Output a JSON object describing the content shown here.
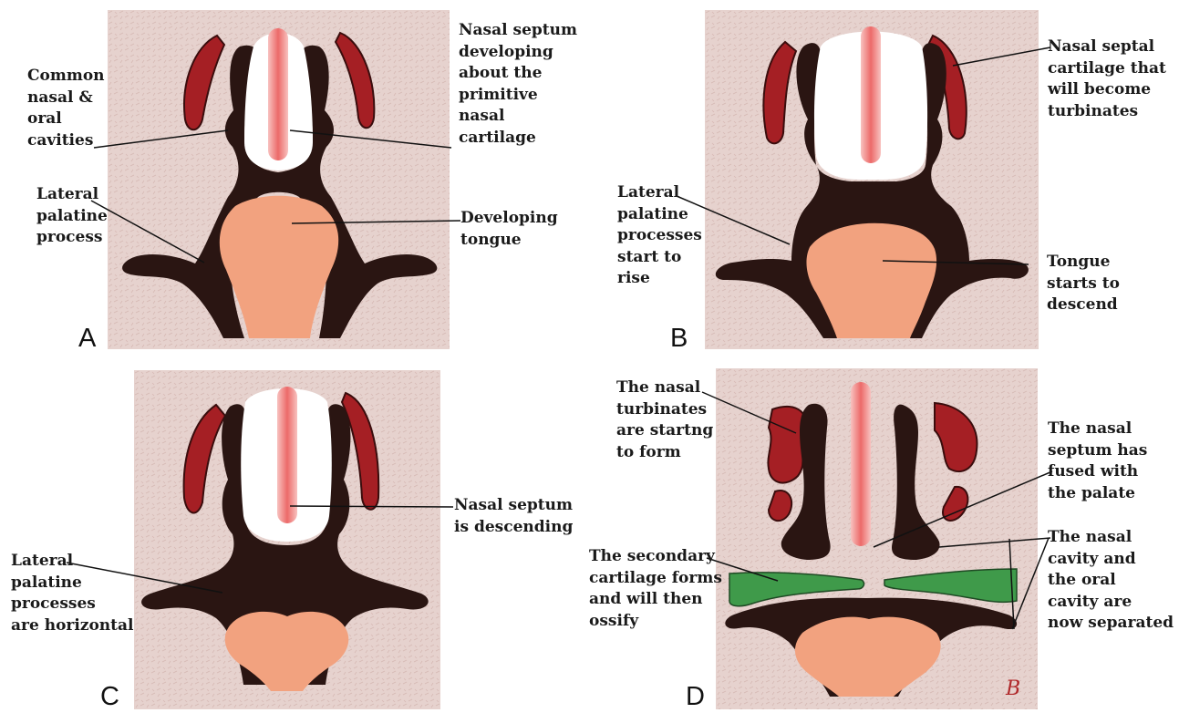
{
  "panels": {
    "a": {
      "letter": "A",
      "septum": "Nasal septum\ndeveloping\nabout the\nprimitive\nnasal\ncartilage",
      "cavities": "Common\nnasal &\noral\ncavities",
      "lateral": "Lateral\npalatine\nprocess",
      "tongue": "Developing\ntongue"
    },
    "b": {
      "letter": "B",
      "cartilage": "Nasal septal\ncartilage that\nwill become\nturbinates",
      "lateral": "Lateral\npalatine\nprocesses\nstart to\nrise",
      "tongue": "Tongue\nstarts to\ndescend"
    },
    "c": {
      "letter": "C",
      "septum": "Nasal septum\nis descending",
      "lateral": "Lateral\npalatine\nprocesses\nare horizontal"
    },
    "d": {
      "letter": "D",
      "turbinates": "The nasal\nturbinates\nare startng\nto form",
      "fused": "The nasal\nseptum has\nfused with\nthe palate",
      "secondary": "The secondary\ncartilage forms\nand will then\nossify",
      "separated": "The nasal\ncavity and\nthe oral\ncavity are\nnow separated"
    }
  },
  "colors": {
    "tissue": "#e8d4d0",
    "bone": "#2a1512",
    "cartilage_red": "#a51f24",
    "tongue": "#f2a27f",
    "septum": "#f07a78",
    "secondary_cartilage": "#3f9a4a"
  }
}
